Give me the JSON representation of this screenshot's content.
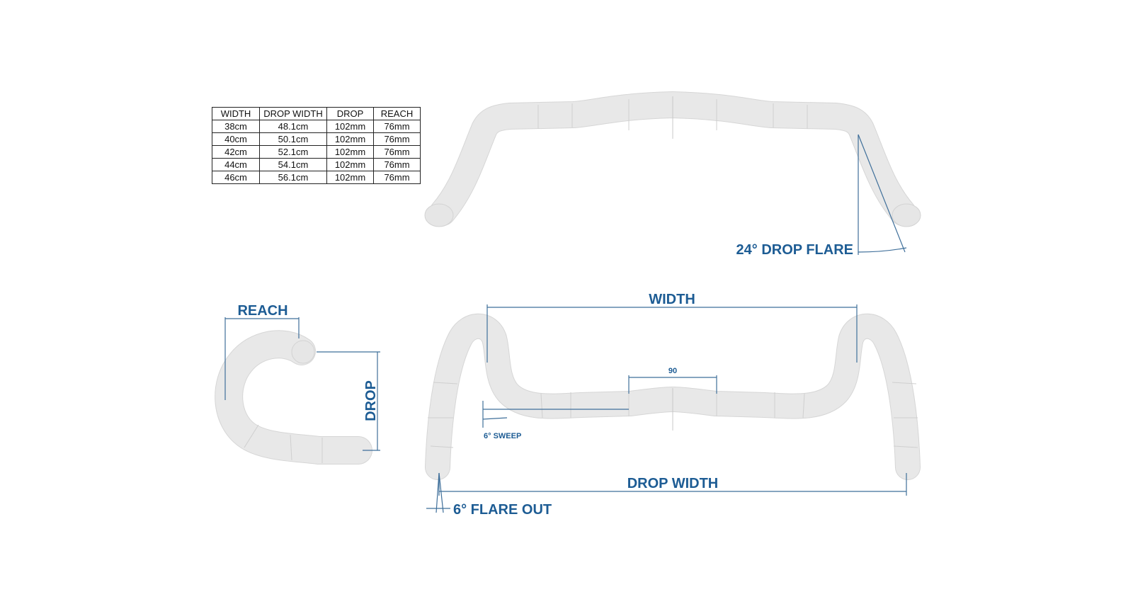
{
  "size_table": {
    "headers": [
      "WIDTH",
      "DROP WIDTH",
      "DROP",
      "REACH"
    ],
    "rows": [
      [
        "38cm",
        "48.1cm",
        "102mm",
        "76mm"
      ],
      [
        "40cm",
        "50.1cm",
        "102mm",
        "76mm"
      ],
      [
        "42cm",
        "52.1cm",
        "102mm",
        "76mm"
      ],
      [
        "44cm",
        "54.1cm",
        "102mm",
        "76mm"
      ],
      [
        "46cm",
        "56.1cm",
        "102mm",
        "76mm"
      ]
    ]
  },
  "labels": {
    "drop_flare": "24° DROP FLARE",
    "reach": "REACH",
    "drop": "DROP",
    "width": "WIDTH",
    "clamp_width": "90",
    "sweep": "6° SWEEP",
    "drop_width": "DROP WIDTH",
    "flare_out": "6° FLARE OUT"
  },
  "colors": {
    "label": "#1d5c94",
    "dimension_line": "#3f6f9a",
    "bar_fill": "#e6e6e6",
    "bar_edge": "#d3d3d3"
  }
}
